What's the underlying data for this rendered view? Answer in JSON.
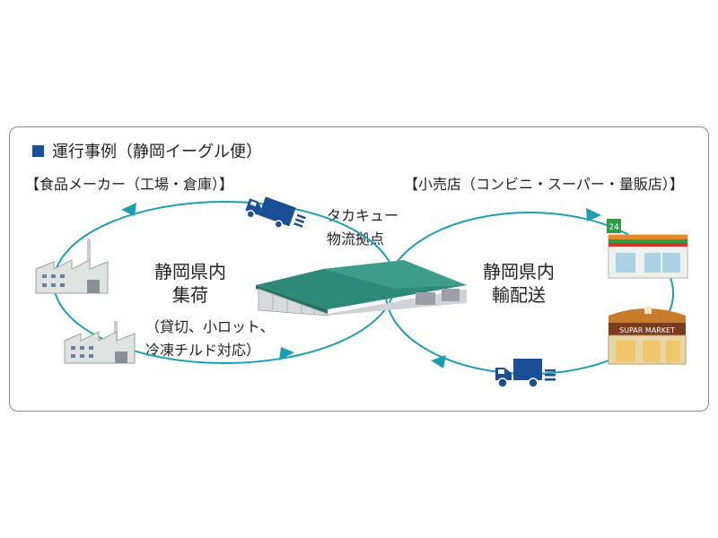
{
  "title": "運行事例（静岡イーグル便）",
  "groups": {
    "maker": "【食品メーカー（工場・倉庫）】",
    "retail": "【小売店（コンビニ・スーパー・量販店）】"
  },
  "hub": {
    "line1": "タカキュー",
    "line2": "物流拠点"
  },
  "collect": {
    "line1": "静岡県内",
    "line2": "集荷"
  },
  "deliver": {
    "line1": "静岡県内",
    "line2": "輸配送"
  },
  "note": {
    "line1": "（貸切、小ロット、",
    "line2": "冷凍チルド対応）"
  },
  "store_signs": {
    "convenience": "24",
    "supermarket": "SUPAR MARKET"
  },
  "colors": {
    "accent_blue": "#1a4f96",
    "loop_teal": "#1a9fb0",
    "roof_green": "#2d8a78",
    "frame_gray": "#8a8a8a"
  }
}
